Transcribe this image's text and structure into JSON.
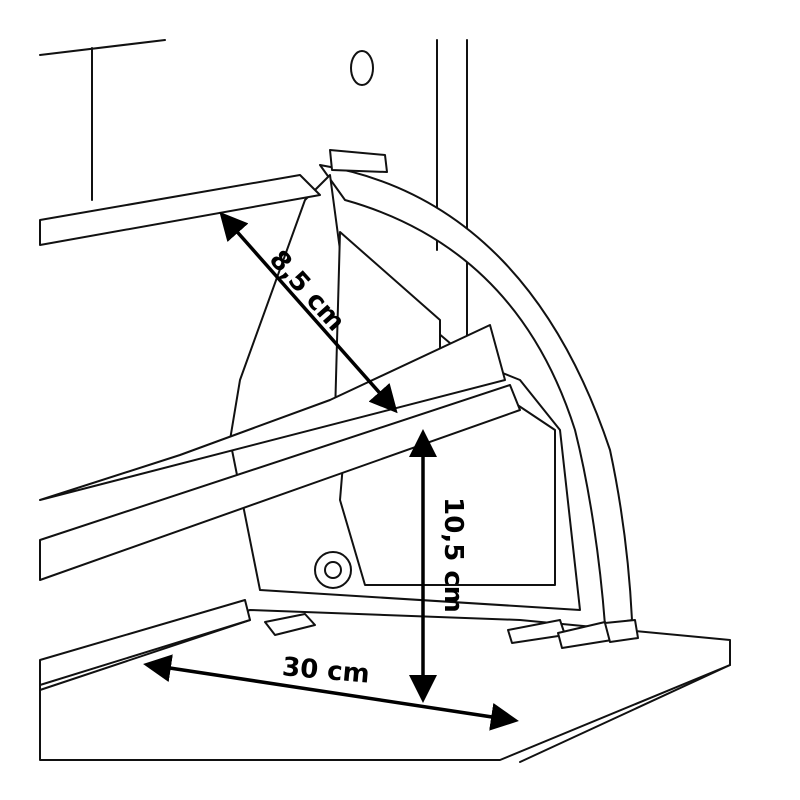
{
  "dimensions": {
    "diagonal": "8,5 cm",
    "height": "10,5 cm",
    "depth": "30 cm"
  },
  "colors": {
    "line": "#111111",
    "background": "#ffffff"
  }
}
